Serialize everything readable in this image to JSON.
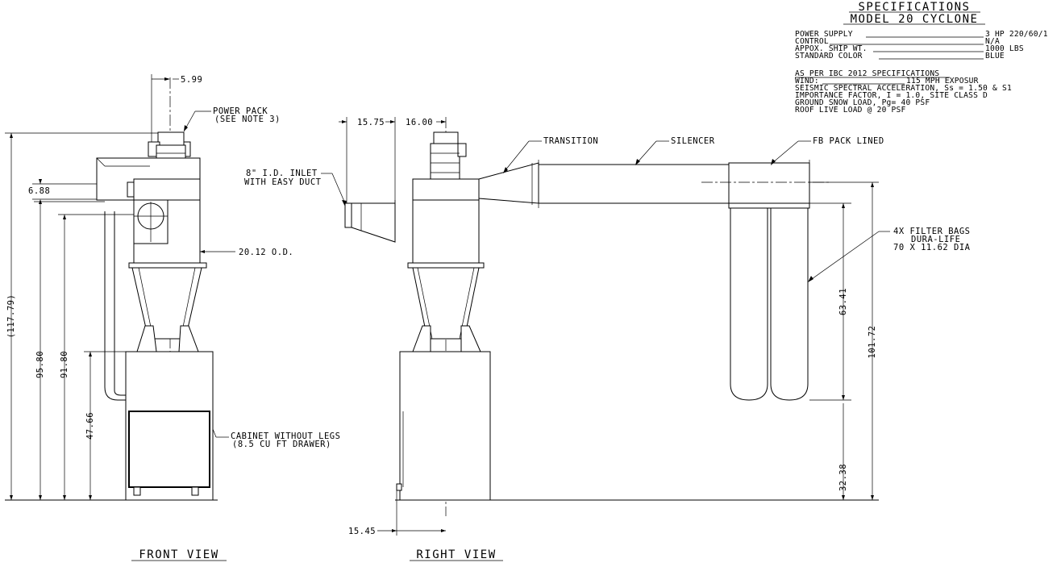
{
  "specifications": {
    "heading": "SPECIFICATIONS",
    "model": "MODEL 20 CYCLONE",
    "rows": [
      {
        "label": "POWER SUPPLY",
        "value": "3 HP 220/60/1"
      },
      {
        "label": "CONTROL",
        "value": "N/A"
      },
      {
        "label": "APPOX. SHIP WT.",
        "value": "1000 LBS"
      },
      {
        "label": "STANDARD COLOR",
        "value": "BLUE"
      }
    ],
    "ibc_heading": "AS PER IBC 2012 SPECIFICATIONS",
    "ibc_wind_label": "WIND:",
    "ibc_wind_value": "115 MPH EXPOSUR",
    "ibc_lines": [
      "SEISMIC SPECTRAL ACCELERATION, Ss = 1.50 & S1",
      "IMPORTANCE FACTOR, I = 1.0, SITE CLASS D",
      "GROUND SNOW LOAD, Pg= 40 PSF",
      "ROOF LIVE LOAD @ 20 PSF"
    ]
  },
  "front_view": {
    "title": "FRONT VIEW",
    "dim_top": "5.99",
    "power_pack_1": "POWER PACK",
    "power_pack_2": "(SEE NOTE 3)",
    "dim_inlet": "6.88",
    "dim_od": "20.12 O.D.",
    "dim_total": "(117.79)",
    "dim_9580": "95.80",
    "dim_9180": "91.80",
    "dim_4766": "47.66",
    "cabinet_1": "CABINET WITHOUT LEGS",
    "cabinet_2": "(8.5 CU FT DRAWER)"
  },
  "right_view": {
    "title": "RIGHT VIEW",
    "dim_1575": "15.75",
    "dim_1600": "16.00",
    "inlet_1": "8\" I.D. INLET",
    "inlet_2": "WITH EASY DUCT",
    "transition": "TRANSITION",
    "silencer": "SILENCER",
    "fb_pack": "FB PACK LINED",
    "bags_1": "4X FILTER BAGS",
    "bags_2": "DURA-LIFE",
    "bags_3": "70 X 11.62 DIA",
    "dim_6341": "63.41",
    "dim_10172": "101.72",
    "dim_3238": "32.38",
    "dim_1545": "15.45"
  }
}
